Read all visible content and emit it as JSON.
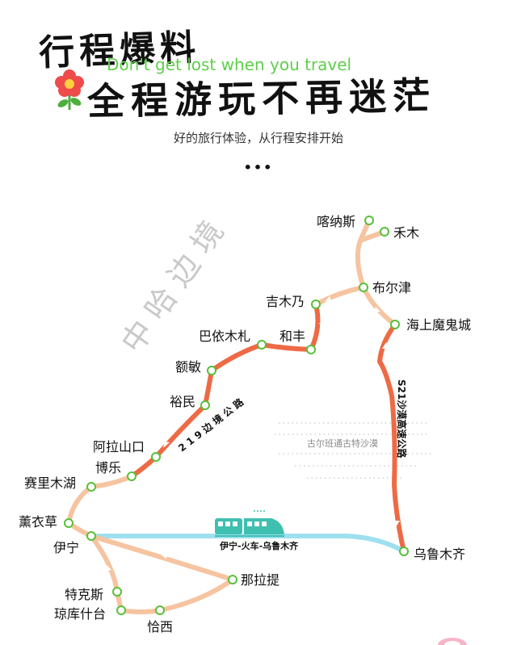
{
  "header": {
    "title_line1": "行程爆料",
    "subtitle_en": "Don't get lost when you travel",
    "title_line2": "全程游玩不再迷茫",
    "tagline": "好的旅行体验，从行程安排开始",
    "dots": "•••"
  },
  "map": {
    "border_label": "中 哈 边 境",
    "road_219": "2 1 9 边 境 公 路",
    "road_s21": "S21沙漠高速公路",
    "desert_label": "古尔班通古特沙漠",
    "train_label": "伊宁-火车-乌鲁木齐",
    "places": {
      "kanas": "喀纳斯",
      "hemu": "禾木",
      "burqin": "布尔津",
      "jimunai": "吉木乃",
      "devil_city": "海上魔鬼城",
      "bayi": "巴依木札",
      "hefeng": "和丰",
      "emin": "额敏",
      "yumin": "裕民",
      "alashankou": "阿拉山口",
      "bole": "博乐",
      "sayram": "赛里木湖",
      "lavender": "薰衣草",
      "yining": "伊宁",
      "urumqi": "乌鲁木齐",
      "nalati": "那拉提",
      "tekes": "特克斯",
      "qiongkushitai": "琼库什台",
      "qiaxi": "恰西"
    }
  },
  "colors": {
    "orange_route": "#ee6a45",
    "peach_route": "#f6c4a0",
    "rail_line": "#9fe0f0",
    "node_ring": "#58c03a",
    "train": "#3fbfb0"
  }
}
